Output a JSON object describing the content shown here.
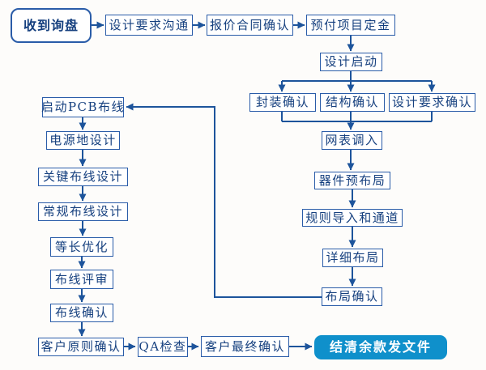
{
  "colors": {
    "line": "#1d549b",
    "node_border": "#2a5ca8",
    "text": "#16407f",
    "accent": "#0f90cb",
    "accent_text": "#ffffff",
    "bg": "#fdfcfa"
  },
  "nodes": {
    "start": {
      "label": "收到询盘"
    },
    "req_comm": {
      "label": "设计要求沟通"
    },
    "quote_confirm": {
      "label": "报价合同确认"
    },
    "deposit": {
      "label": "预付项目定金"
    },
    "design_start": {
      "label": "设计启动"
    },
    "package_confirm": {
      "label": "封装确认"
    },
    "structure_confirm": {
      "label": "结构确认"
    },
    "design_req_confirm": {
      "label": "设计要求确认"
    },
    "netlist_import": {
      "label": "网表调入"
    },
    "device_preplacement": {
      "label": "器件预布局"
    },
    "rules_import": {
      "label": "规则导入和通道"
    },
    "detailed_placement": {
      "label": "详细布局"
    },
    "placement_confirm": {
      "label": "布局确认"
    },
    "start_pcb_routing": {
      "label": "启动PCB布线"
    },
    "power_ground_design": {
      "label": "电源地设计"
    },
    "critical_routing": {
      "label": "关键布线设计"
    },
    "general_routing": {
      "label": "常规布线设计"
    },
    "length_matching": {
      "label": "等长优化"
    },
    "routing_review": {
      "label": "布线评审"
    },
    "routing_confirm": {
      "label": "布线确认"
    },
    "customer_principle_confirm": {
      "label": "客户原则确认"
    },
    "qa_check": {
      "label": "QA检查"
    },
    "customer_final_confirm": {
      "label": "客户最终确认"
    },
    "final_payment_delivery": {
      "label": "结清余款发文件"
    }
  }
}
